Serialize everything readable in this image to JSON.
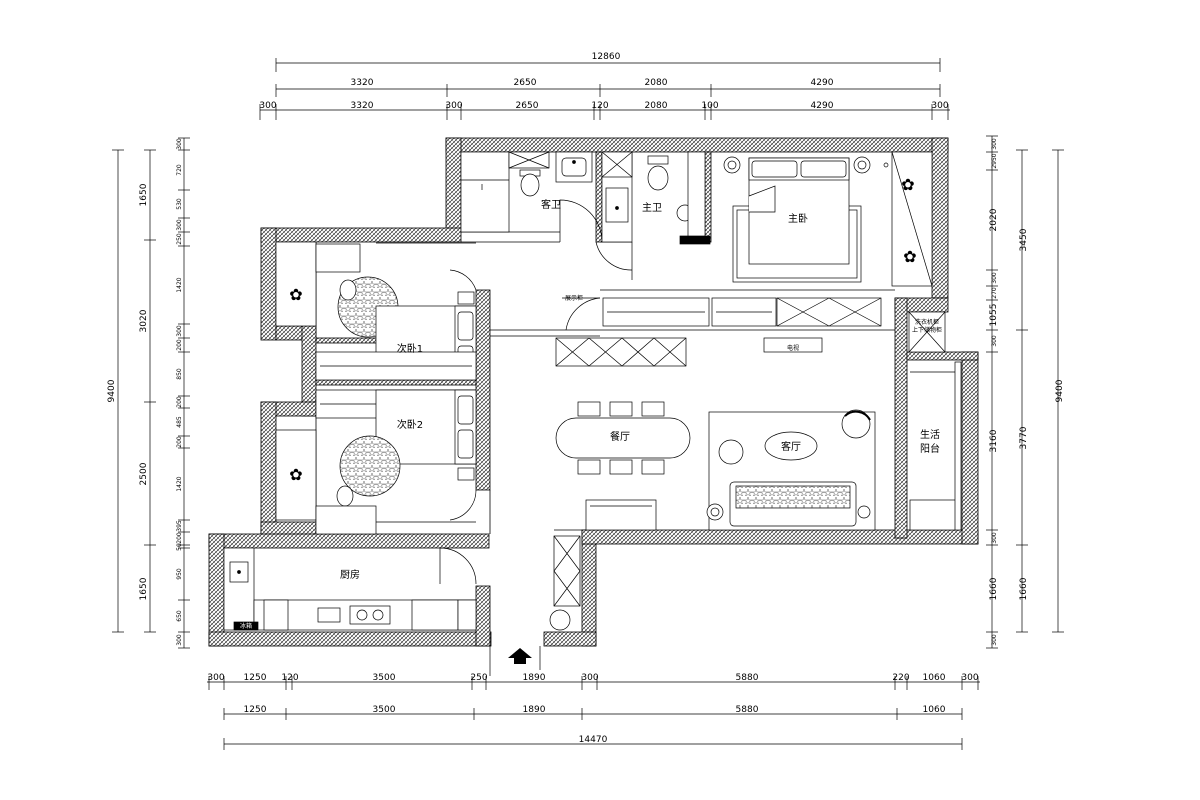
{
  "dimensions": {
    "top_total": "12860",
    "top_row1": [
      "3320",
      "2650",
      "2080",
      "4290"
    ],
    "top_row2": [
      "300",
      "3320",
      "300",
      "2650",
      "120",
      "2080",
      "100",
      "4290",
      "300"
    ],
    "bottom_row1": [
      "300",
      "1250",
      "120",
      "3500",
      "250",
      "1890",
      "300",
      "5880",
      "220",
      "1060",
      "300"
    ],
    "bottom_row2": [
      "1250",
      "3500",
      "1890",
      "5880",
      "1060"
    ],
    "bottom_total": "14470",
    "left_inner": [
      "300",
      "720",
      "530",
      "300",
      "250",
      "1420",
      "300",
      "200",
      "850",
      "200",
      "485",
      "200",
      "1420",
      "395",
      "200",
      "50",
      "950",
      "650",
      "300"
    ],
    "left_mid": [
      "1650",
      "3020",
      "2500",
      "1650"
    ],
    "left_total": "9400",
    "right_inner": [
      "300",
      "2950",
      "2020",
      "300",
      "270",
      "1055",
      "300",
      "3160",
      "300",
      "1660",
      "300"
    ],
    "right_mid": [
      "3450",
      "3770",
      "1660"
    ],
    "right_total": "9400"
  },
  "rooms": {
    "master_bedroom": "主卧",
    "guest_bath": "客卫",
    "master_bath": "主卫",
    "bedroom2": "次卧1",
    "bedroom3": "次卧2",
    "dining": "餐厅",
    "living": "客厅",
    "balcony_line1": "生活",
    "balcony_line2": "阳台",
    "kitchen": "厨房"
  },
  "notes": {
    "display_cabinet": "展示柜",
    "tv_cabinet": "电视",
    "appliance_note_1": "洗衣机柜",
    "appliance_note_2": "上下储物柜",
    "kitchen_fridge": "冰箱"
  },
  "icons": [
    "entrance-arrow-icon",
    "toilet-icon",
    "sink-icon",
    "bed-icon",
    "sofa-icon",
    "dining-table-icon",
    "stove-icon",
    "armchair-icon",
    "rug-icon"
  ]
}
